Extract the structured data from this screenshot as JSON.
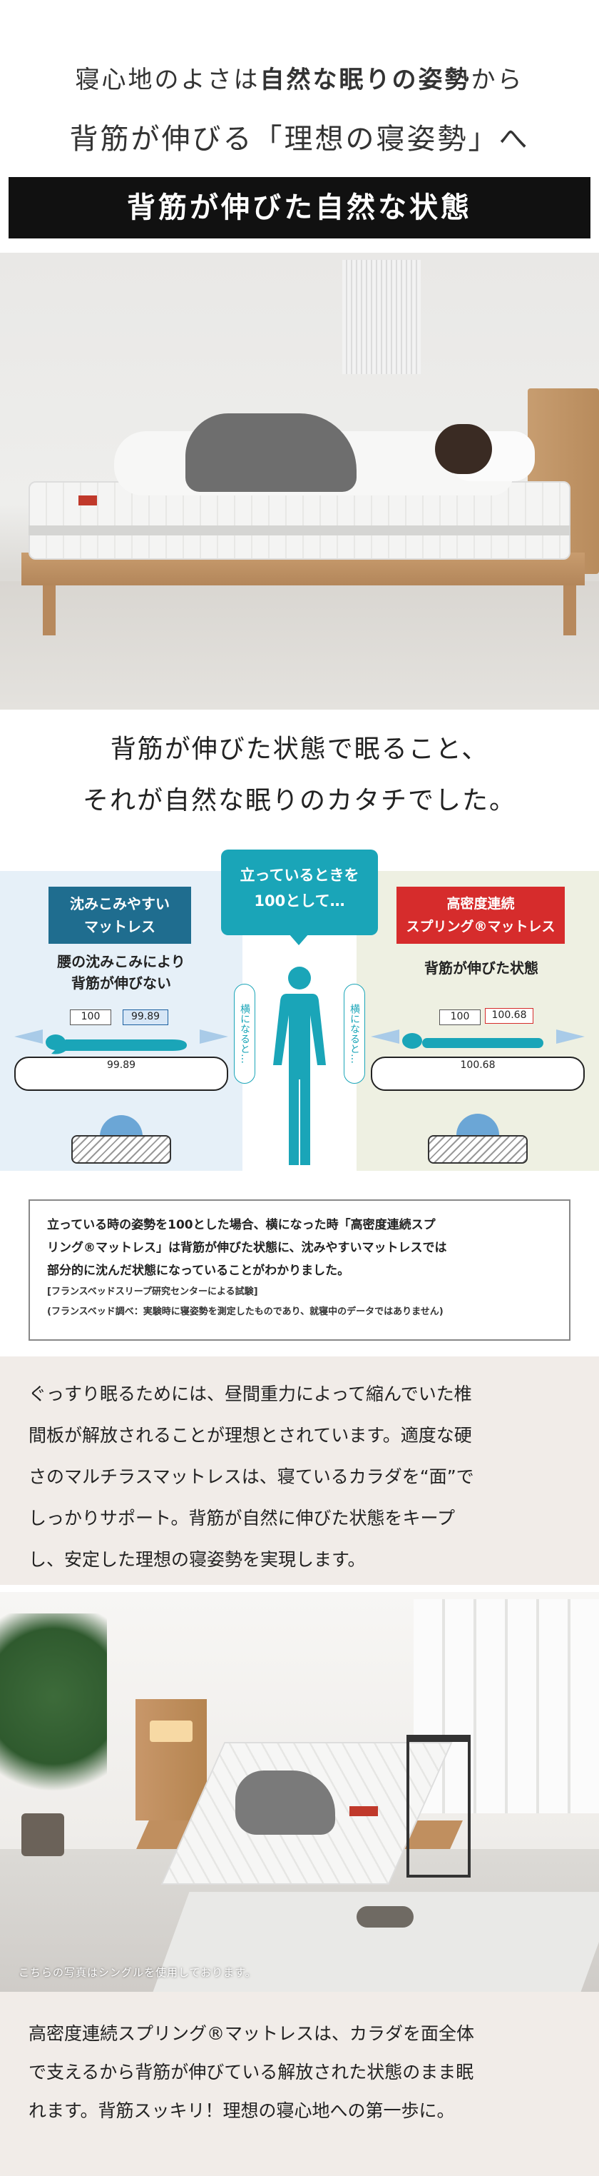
{
  "headline": {
    "line1_pre": "寝心地のよさは",
    "line1_bold": "自然な眠りの姿勢",
    "line1_post": "から",
    "line2": "背筋が伸びる「理想の寝姿勢」へ",
    "bar": "背筋が伸びた自然な状態"
  },
  "lead": {
    "line1": "背筋が伸びた状態で眠ること、",
    "line2": "それが自然な眠りのカタチでした。"
  },
  "diagram": {
    "stand_line1": "立っているときを",
    "stand_line2": "100として…",
    "side_tag": "横になると…",
    "left": {
      "label_line1": "沈みこみやすい",
      "label_line2": "マットレス",
      "caption_line1": "腰の沈みこみにより",
      "caption_line2": "背筋が伸びない",
      "ref": "100",
      "value": "99.89",
      "bed_value": "99.89"
    },
    "right": {
      "label_line1": "高密度連続",
      "label_line2": "スプリング®マットレス",
      "caption": "背筋が伸びた状態",
      "ref": "100",
      "value": "100.68",
      "bed_value": "100.68"
    }
  },
  "note": {
    "main1": "立っている時の姿勢を100とした場合、横になった時「高密度連続スプ",
    "main2": "リング®マットレス」は背筋が伸びた状態に、沈みやすいマットレスでは",
    "main3": "部分的に沈んだ状態になっていることがわかりました。",
    "sub1": "[フランスベッドスリープ研究センターによる試験]",
    "sub2": "(フランスベッド調べ：実験時に寝姿勢を測定したものであり、就寝中のデータではありません)"
  },
  "explain": {
    "line1": "ぐっすり眠るためには、昼間重力によって縮んでいた椎",
    "line2": "間板が解放されることが理想とされています。適度な硬",
    "line3": "さのマルチラスマットレスは、寝ているカラダを“面”で",
    "line4": "しっかりサポート。背筋が自然に伸びた状態をキープ",
    "line5": "し、安定した理想の寝姿勢を実現します。"
  },
  "photo2": {
    "caption": "こちらの写真はシングルを使用しております。"
  },
  "closing": {
    "line1": "高密度連続スプリング®マットレスは、カラダを面全体",
    "line2": "で支えるから背筋が伸びている解放された状態のまま眠",
    "line3": "れます。背筋スッキリ！理想の寝心地への第一歩に。"
  },
  "colors": {
    "bar_bg": "#111111",
    "stand_box": "#1aa5b8",
    "left_label": "#1f6d8f",
    "right_label": "#d62c2c",
    "section_bg": "#f1ece8"
  }
}
